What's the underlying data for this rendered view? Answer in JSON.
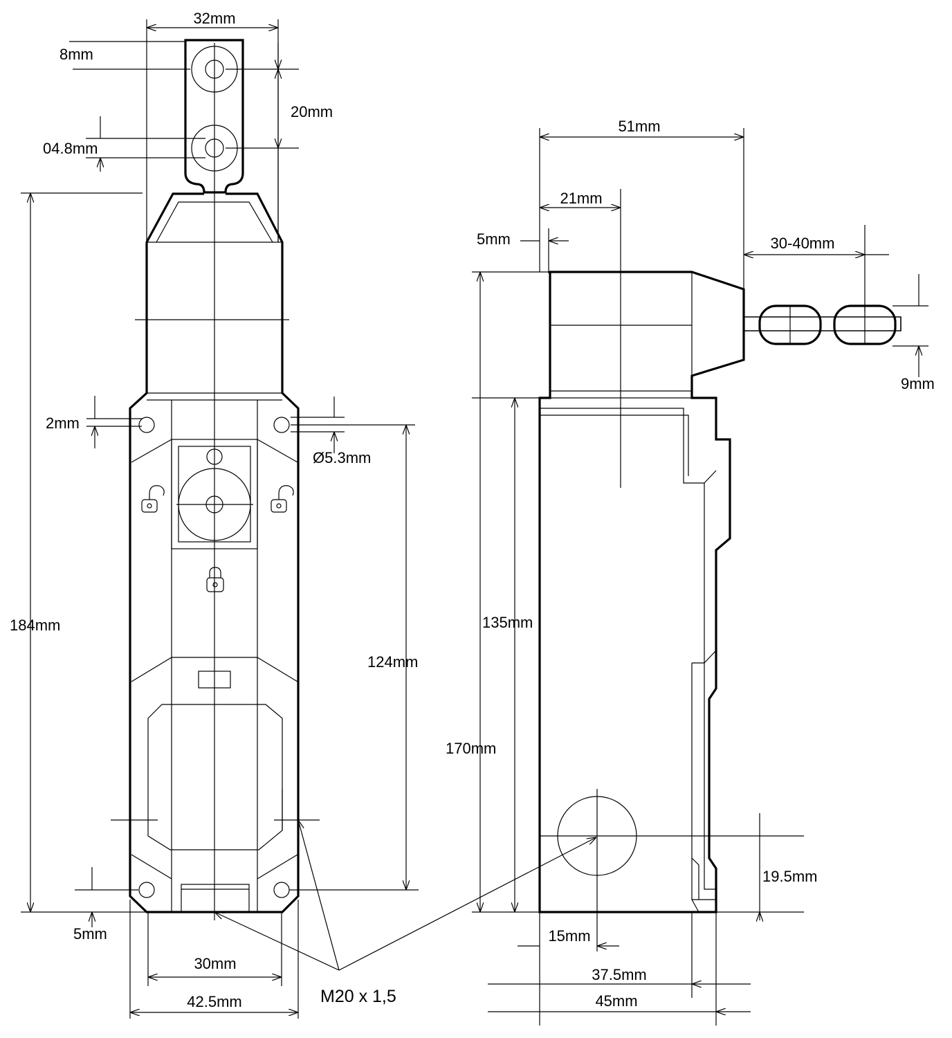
{
  "front_view": {
    "width_top": "32mm",
    "roller_dia": "8mm",
    "roller_spacing": "20mm",
    "pin_dia": "04.8mm",
    "height_total": "184mm",
    "offset_small": "2mm",
    "hole_dia": "Ø5.3mm",
    "hole_spacing_v": "124mm",
    "offset_bottom": "5mm",
    "hole_spacing_h": "30mm",
    "width_body": "42.5mm",
    "thread": "M20 x 1,5"
  },
  "side_view": {
    "depth_total": "51mm",
    "head_offset": "21mm",
    "flange": "5mm",
    "actuator_travel": "30-40mm",
    "actuator_thickness": "9mm",
    "body_height": "135mm",
    "overall_height": "170mm",
    "conduit_height": "19.5mm",
    "conduit_offset": "15mm",
    "depth_mid": "37.5mm",
    "depth_body": "45mm"
  }
}
